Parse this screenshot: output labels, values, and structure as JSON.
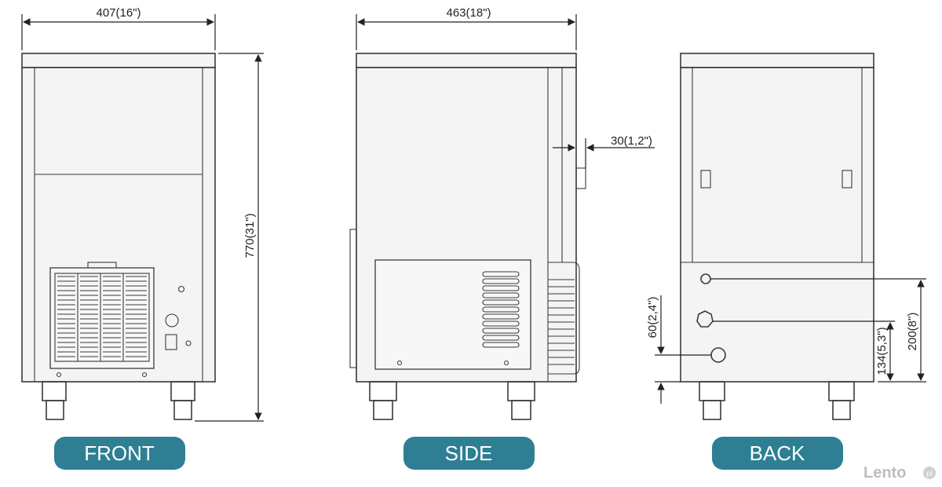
{
  "views": {
    "front": "FRONT",
    "side": "SIDE",
    "back": "BACK"
  },
  "dimensions": {
    "front_width": "407(16\")",
    "front_height": "770(31\")",
    "side_depth": "463(18\")",
    "side_offset": "30(1,2\")",
    "back_low": "60(2,4\")",
    "back_mid": "134(5,3\")",
    "back_high": "200(8\")"
  },
  "watermark": "Lento",
  "watermark_suffix": "pl",
  "colors": {
    "badge": "#2e7f93",
    "line": "#3a3a3a"
  }
}
